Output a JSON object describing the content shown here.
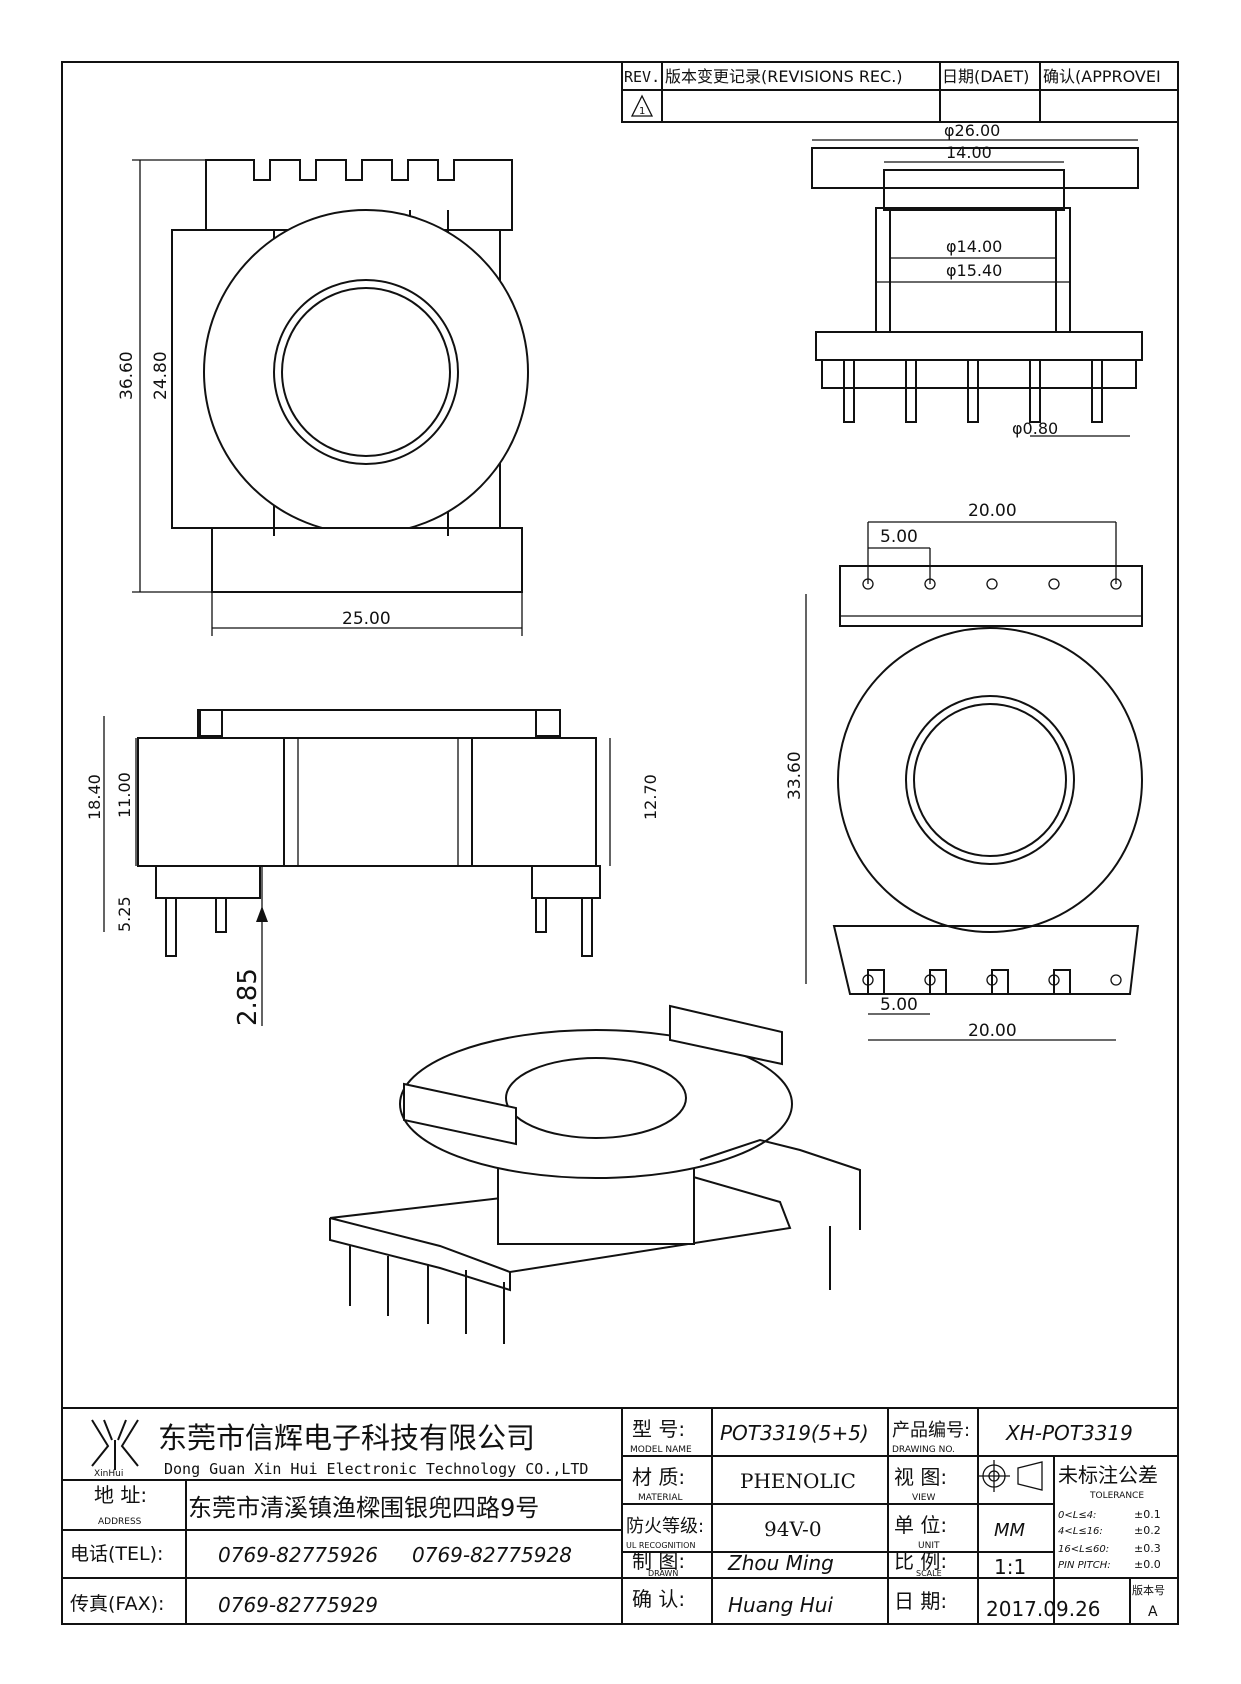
{
  "revision_table": {
    "headers": [
      "REV.",
      "版本变更记录(REVISIONS REC.)",
      "日期(DAET)",
      "确认(APPROVEI"
    ],
    "rev_mark": "1"
  },
  "dimensions": {
    "top_view": {
      "height_total": "36.60",
      "height_inner": "24.80",
      "width": "25.00"
    },
    "front_view": {
      "dia_outer": "φ26.00",
      "width_inner": "14.00",
      "dia_core": "φ14.00",
      "dia_core2": "φ15.40",
      "pin_dia": "φ0.80"
    },
    "side_view": {
      "height_total": "18.40",
      "height_body": "11.00",
      "height_core": "12.70",
      "pin_len": "5.25",
      "standoff": "2.85"
    },
    "bottom_view": {
      "pin_span_top": "20.00",
      "pin_pitch_top": "5.00",
      "height": "33.60",
      "pin_pitch_bottom": "5.00",
      "pin_span_bottom": "20.00"
    }
  },
  "title_block": {
    "company_cn": "东莞市信辉电子科技有限公司",
    "company_en": "Dong Guan Xin Hui Electronic Technology CO.,LTD",
    "logo_text": "XinHui",
    "address_label_cn": "地 址:",
    "address_label_en": "ADDRESS",
    "address": "东莞市清溪镇渔樑围银兜四路9号",
    "tel_label": "电话(TEL):",
    "tel1": "0769-82775926",
    "tel2": "0769-82775928",
    "fax_label": "传真(FAX):",
    "fax": "0769-82775929",
    "model_label_cn": "型 号:",
    "model_label_en": "MODEL NAME",
    "model": "POT3319(5+5)",
    "material_label_cn": "材 质:",
    "material_label_en": "MATERIAL",
    "material": "PHENOLIC",
    "ul_label_cn": "防火等级:",
    "ul_label_en": "UL RECOGNITION",
    "ul": "94V-0",
    "drawn_label_cn": "制 图:",
    "drawn_label_en": "DRAWN",
    "drawn": "Zhou Ming",
    "check_label_cn": "确 认:",
    "check": "Huang Hui",
    "drawing_no_label_cn": "产品编号:",
    "drawing_no_label_en": "DRAWING NO.",
    "drawing_no": "XH-POT3319",
    "view_label_cn": "视 图:",
    "view_label_en": "VIEW",
    "unit_label_cn": "单 位:",
    "unit_label_en": "UNIT",
    "unit": "MM",
    "scale_label_cn": "比 例:",
    "scale_label_en": "SCALE",
    "scale": "1:1",
    "date_label_cn": "日 期:",
    "date": "2017.09.26",
    "tolerance_title_cn": "未标注公差",
    "tolerance_title_en": "TOLERANCE",
    "tolerances": [
      {
        "range": "0<L≤4:",
        "value": "±0.1"
      },
      {
        "range": "4<L≤16:",
        "value": "±0.2"
      },
      {
        "range": "16<L≤60:",
        "value": "±0.3"
      },
      {
        "range": "PIN PITCH:",
        "value": "±0.0"
      }
    ],
    "version_label": "版本号",
    "version": "A"
  }
}
